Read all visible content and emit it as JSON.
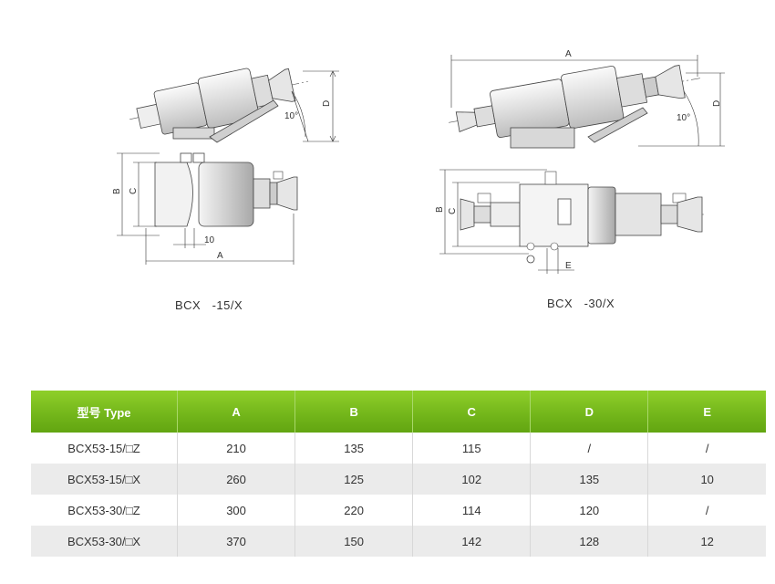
{
  "captions": {
    "left_prefix": "BCX",
    "left_suffix": "-15/X",
    "right_prefix": "BCX",
    "right_suffix": "-30/X"
  },
  "dims": {
    "A": "A",
    "B": "B",
    "C": "C",
    "D": "D",
    "E": "E",
    "angle": "10°",
    "ten": "10"
  },
  "table": {
    "headers": [
      "型号 Type",
      "A",
      "B",
      "C",
      "D",
      "E"
    ],
    "rows": [
      [
        "BCX53-15/□Z",
        "210",
        "135",
        "115",
        "/",
        "/"
      ],
      [
        "BCX53-15/□X",
        "260",
        "125",
        "102",
        "135",
        "10"
      ],
      [
        "BCX53-30/□Z",
        "300",
        "220",
        "114",
        "120",
        "/"
      ],
      [
        "BCX53-30/□X",
        "370",
        "150",
        "142",
        "128",
        "12"
      ]
    ]
  }
}
